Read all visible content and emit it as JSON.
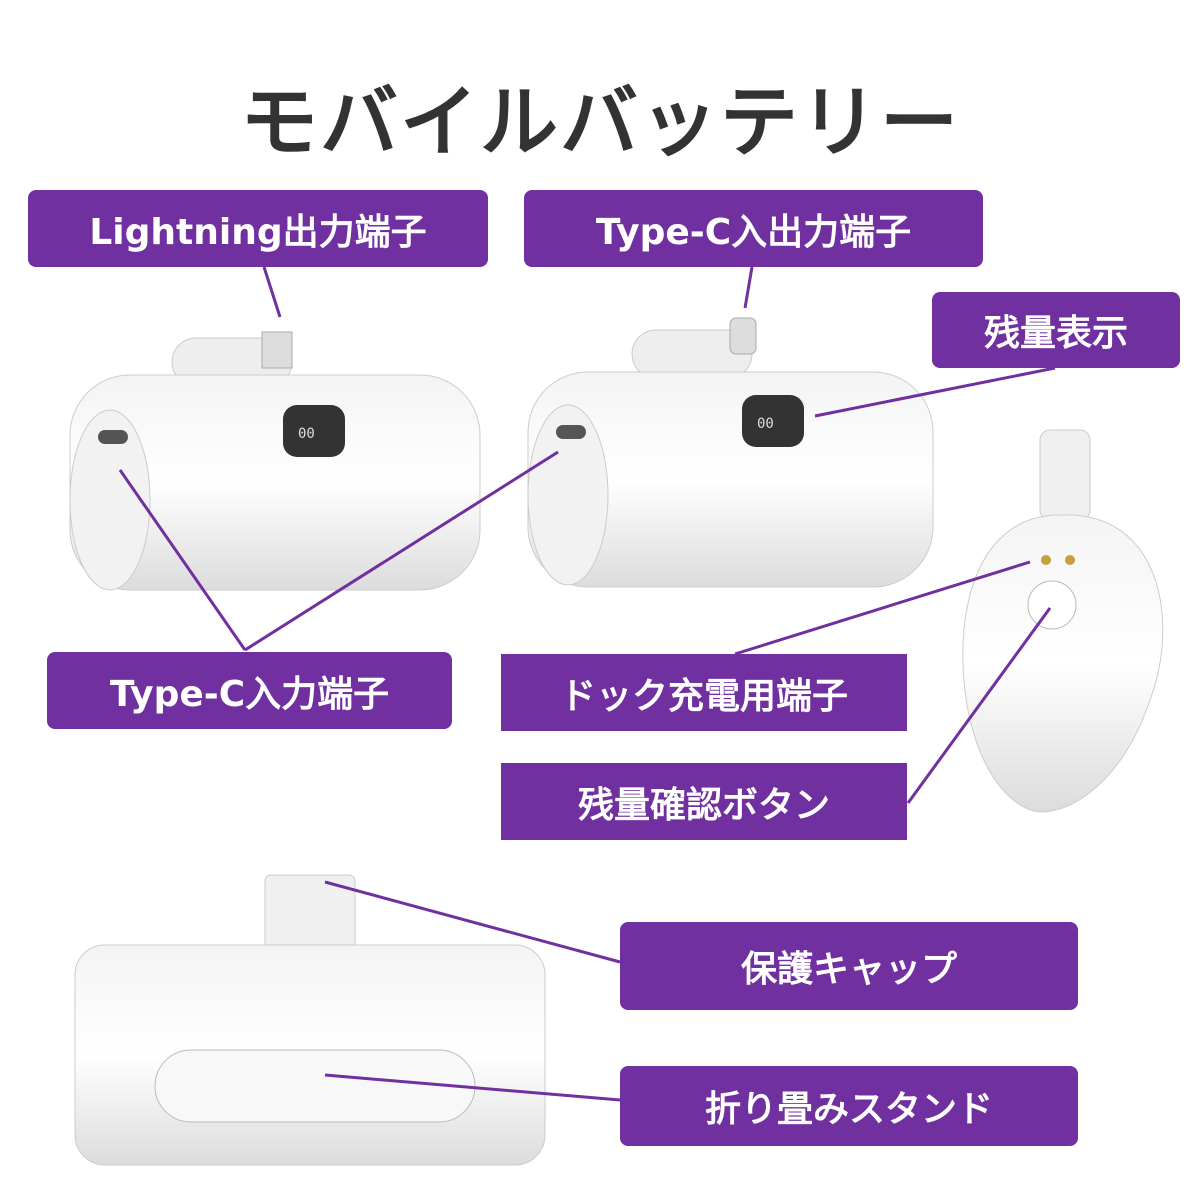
{
  "title": "モバイルバッテリー",
  "accent_color": "#7030a0",
  "labels": {
    "lightning_out": "Lightning出力端子",
    "typec_inout": "Type-C入出力端子",
    "battery_display": "残量表示",
    "typec_in": "Type-C入力端子",
    "dock_terminal": "ドック充電用端子",
    "check_button": "残量確認ボタン",
    "cap": "保護キャップ",
    "stand": "折り畳みスタンド"
  }
}
